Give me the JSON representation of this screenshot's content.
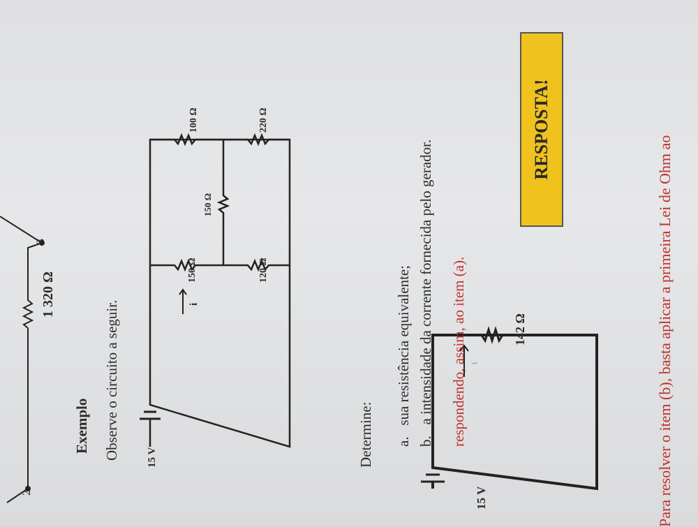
{
  "top_fig": {
    "node2": "2",
    "node3": "3",
    "resistor": "1 320 Ω"
  },
  "heading": "Exemplo",
  "intro": "Observe o circuito a seguir.",
  "circuit1": {
    "voltage": "15 V",
    "current": "i",
    "r1": "150 Ω",
    "r2": "120 Ω",
    "r3": "150 Ω",
    "r4": "100 Ω",
    "r5": "220 Ω"
  },
  "determine": "Determine:",
  "items": [
    {
      "letter": "a.",
      "text": "sua resistência equivalente;"
    },
    {
      "letter": "b.",
      "text": "a intensidade da corrente fornecida pelo gerador."
    }
  ],
  "answer_line": "respondendo, assim, ao item (a).",
  "circuit2": {
    "voltage": "15 V",
    "current": "i",
    "resistor": "142 Ω"
  },
  "answer_button": "RESPOSTA!",
  "footer": "Para resolver o item (b), basta aplicar a primeira Lei de Ohm ao"
}
